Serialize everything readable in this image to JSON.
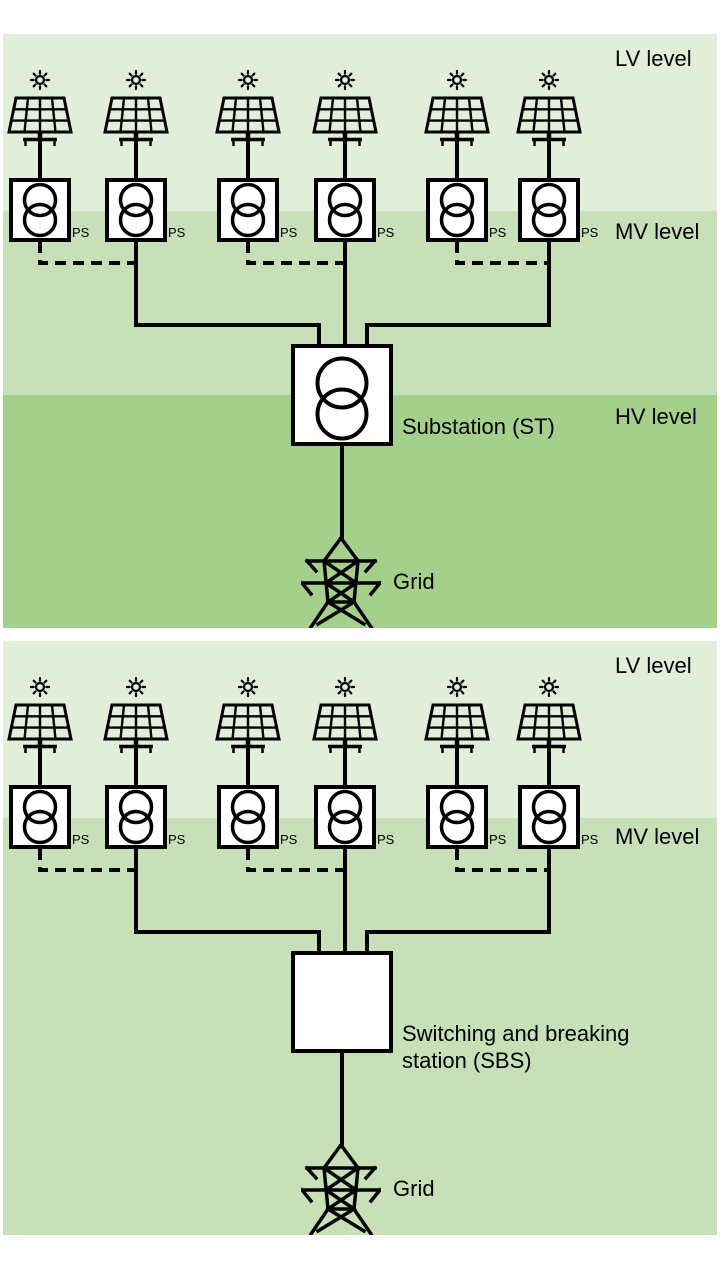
{
  "colors": {
    "page_bg": "#ffffff",
    "lv_band": "#e1eed9",
    "mv_band": "#c7e0b7",
    "hv_band": "#a5d08c",
    "line": "#000000",
    "station_fill": "#ffffff"
  },
  "labels": {
    "ps": "PS"
  },
  "figures": [
    {
      "pv_unit_count": 6,
      "levels": [
        {
          "label": "LV level"
        },
        {
          "label": "MV level"
        },
        {
          "label": "HV level"
        }
      ],
      "station": {
        "label": "Substation (ST)"
      },
      "grid": {
        "label": "Grid"
      }
    },
    {
      "pv_unit_count": 6,
      "levels": [
        {
          "label": "LV level"
        },
        {
          "label": "MV level"
        }
      ],
      "station": {
        "label_line1": "Switching and breaking",
        "label_line2": "station (SBS)"
      },
      "grid": {
        "label": "Grid"
      }
    }
  ],
  "icons": {
    "sun": "sun-icon",
    "solar_panel": "solar-panel-icon",
    "transformer": "transformer-icon",
    "substation_transformer": "substation-transformer-icon",
    "grid_pylon": "grid-pylon-icon"
  }
}
